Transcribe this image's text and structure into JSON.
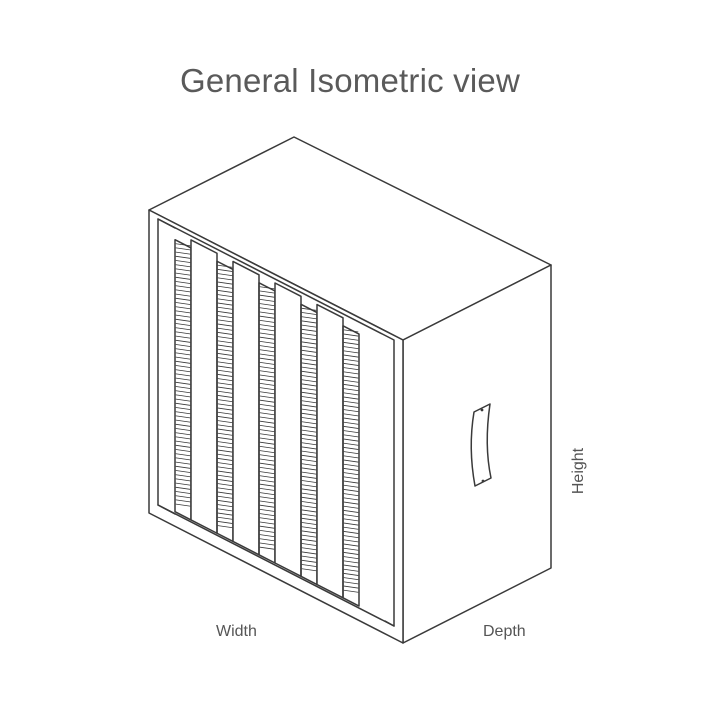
{
  "title": "General Isometric view",
  "dimension_labels": {
    "width": "Width",
    "depth": "Depth",
    "height": "Height"
  },
  "colors": {
    "line": "#3a3a3a",
    "title": "#5a5a5a",
    "label": "#555555",
    "background": "#ffffff"
  },
  "pleat_count": 5
}
